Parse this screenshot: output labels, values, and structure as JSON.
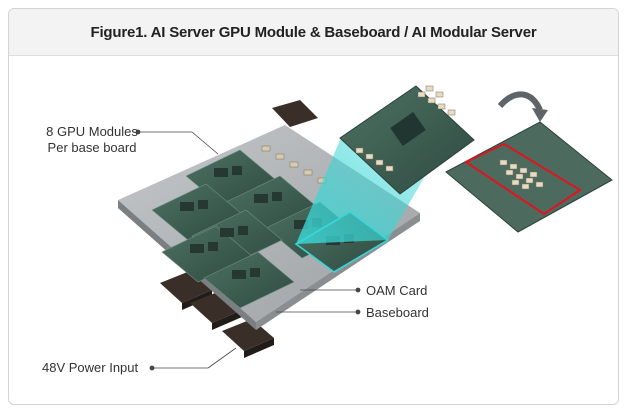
{
  "title": "Figure1. AI Server GPU Module & Baseboard / AI Modular Server",
  "labels": {
    "gpu_modules_line1": "8 GPU Modules",
    "gpu_modules_line2": "Per base board",
    "oam_card": "OAM Card",
    "baseboard": "Baseboard",
    "power_input": "48V Power Input"
  },
  "colors": {
    "highlight_cyan": "#3ad6d6",
    "highlight_red": "#e0141e",
    "board_green": "#3d5f52",
    "baseboard_gray": "#a9adaf",
    "arrow_gray": "#5f6468"
  }
}
